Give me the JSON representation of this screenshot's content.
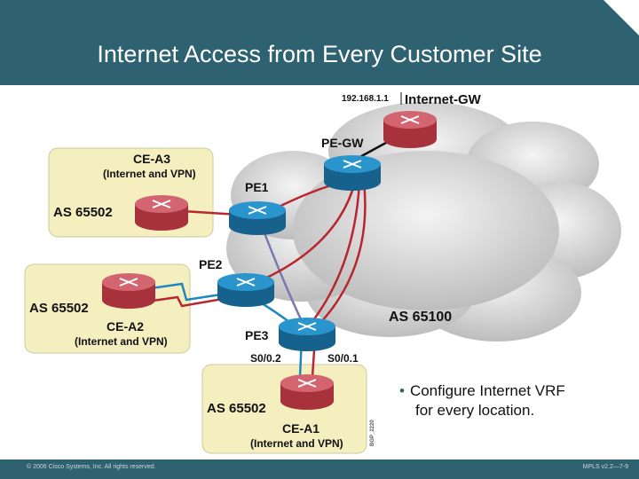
{
  "slide": {
    "title": "Internet Access from Every Customer Site",
    "footer_left": "© 2006 Cisco Systems, Inc. All rights reserved.",
    "footer_right": "MPLS v2.2—7-9"
  },
  "diagram": {
    "gateway_ip": "192.168.1.1",
    "internet_gw": "Internet-GW",
    "pe_gw": "PE-GW",
    "pe1": "PE1",
    "pe2": "PE2",
    "pe3": "PE3",
    "cloud_as": "AS 65100",
    "s0_2": "S0/0.2",
    "s0_1": "S0/0.1",
    "ce_a3": {
      "name": "CE-A3",
      "desc": "(Internet and VPN)",
      "as": "AS 65502"
    },
    "ce_a2": {
      "name": "CE-A2",
      "desc": "(Internet and VPN)",
      "as": "AS 65502"
    },
    "ce_a1": {
      "name": "CE-A1",
      "desc": "(Internet and VPN)",
      "as": "AS 65502"
    },
    "figure_id": "BGP_2220"
  },
  "bullet": {
    "line1": "Configure Internet VRF",
    "line2": "for every location."
  },
  "colors": {
    "title_bar": "#2f6270",
    "pe_router": "#1f87c0",
    "ce_router": "#c44a55",
    "site_box": "#f5efc0",
    "link": "#b8262f"
  }
}
